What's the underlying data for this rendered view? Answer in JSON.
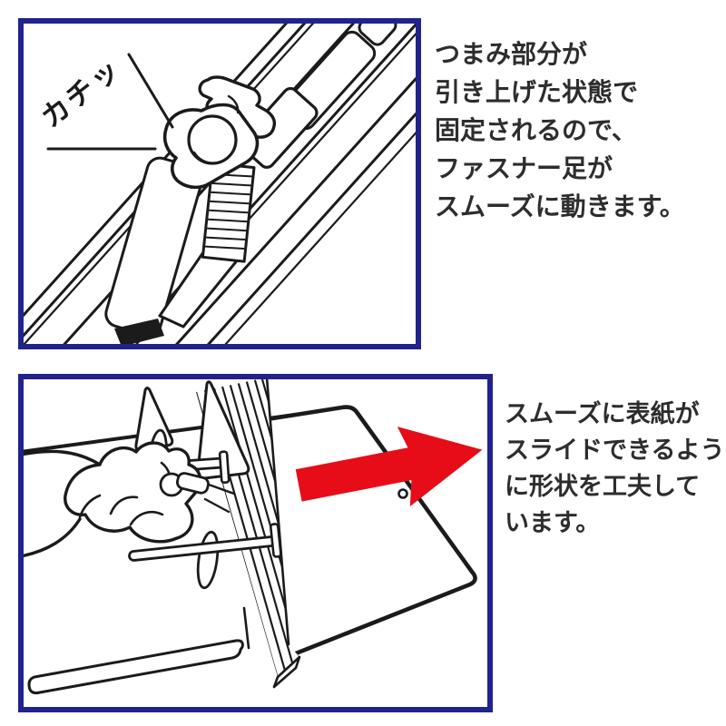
{
  "colors": {
    "panel_border": "#22228e",
    "line_art": "#1b1b1b",
    "accent_red": "#e60d18",
    "text": "#2d2d2d",
    "background": "#ffffff"
  },
  "panels": [
    {
      "id": "fastener-clip-panel",
      "illustration_label": "カチッ",
      "caption_lines": [
        "つまみ部分が",
        "引き上げた状態で",
        "固定されるので、",
        "ファスナー足が",
        "スムーズに動きます。"
      ]
    },
    {
      "id": "cover-slide-panel",
      "caption_lines": [
        "スムーズに表紙が",
        "スライドできるよう",
        "に形状を工夫して",
        "います。"
      ]
    }
  ]
}
